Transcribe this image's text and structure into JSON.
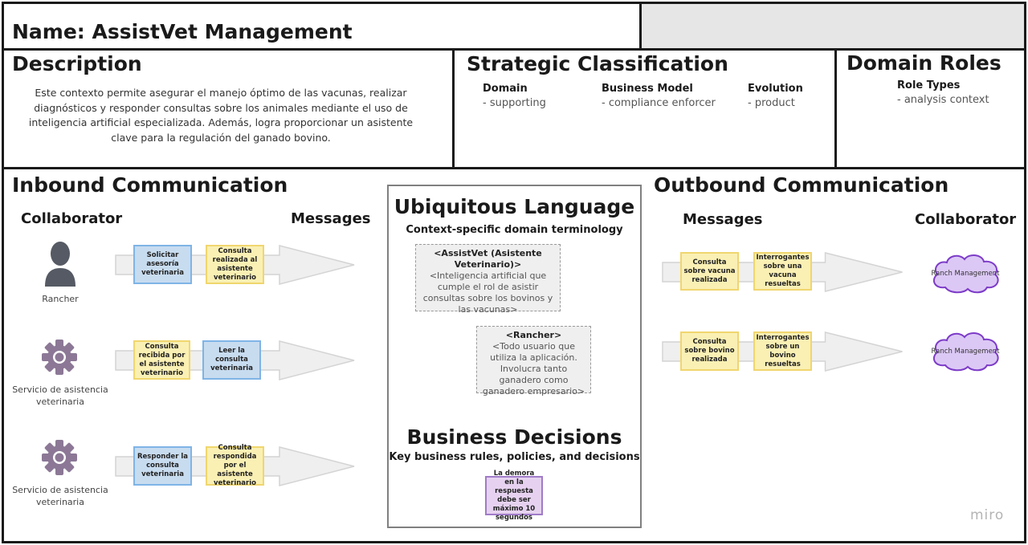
{
  "header": {
    "name": "Name: AssistVet Management"
  },
  "description": {
    "title": "Description",
    "text": "Este contexto permite asegurar el manejo óptimo de las vacunas, realizar diagnósticos y responder consultas sobre los animales mediante el uso de inteligencia artificial especializada. Además, logra proporcionar un asistente clave para la regulación del ganado bovino."
  },
  "strategic": {
    "title": "Strategic Classification",
    "domain_label": "Domain",
    "domain_value": "- supporting",
    "business_label": "Business Model",
    "business_value": "- compliance enforcer",
    "evolution_label": "Evolution",
    "evolution_value": "- product"
  },
  "domain_roles": {
    "title": "Domain Roles",
    "role_types_label": "Role Types",
    "role_types_value": "- analysis context"
  },
  "inbound": {
    "title": "Inbound Communication",
    "collaborator_header": "Collaborator",
    "messages_header": "Messages",
    "rows": [
      {
        "collaborator": "Rancher",
        "icon": "user-icon",
        "notes": [
          {
            "text": "Solicitar asesoría veterinaria",
            "color": "blue"
          },
          {
            "text": "Consulta realizada al asistente veterinario",
            "color": "yellow"
          }
        ]
      },
      {
        "collaborator": "Servicio de asistencia veterinaria",
        "icon": "gear-icon",
        "notes": [
          {
            "text": "Consulta recibida por el asistente veterinario",
            "color": "yellow"
          },
          {
            "text": "Leer la consulta veterinaria",
            "color": "blue"
          }
        ]
      },
      {
        "collaborator": "Servicio de asistencia veterinaria",
        "icon": "gear-icon",
        "notes": [
          {
            "text": "Responder la consulta veterinaria",
            "color": "blue"
          },
          {
            "text": "Consulta respondida por el asistente veterinario",
            "color": "yellow"
          }
        ]
      }
    ]
  },
  "ubiquitous": {
    "title": "Ubiquitous Language",
    "subtitle": "Context-specific domain terminology",
    "terms": [
      {
        "name": "<AssistVet (Asistente Veterinario)>",
        "definition": "<Inteligencia artificial que cumple el rol de asistir consultas sobre los bovinos y las vacunas>"
      },
      {
        "name": "<Rancher>",
        "definition": "<Todo usuario que utiliza la aplicación. Involucra tanto ganadero como ganadero empresario>"
      }
    ]
  },
  "business_decisions": {
    "title": "Business Decisions",
    "subtitle": "Key business rules, policies, and decisions",
    "note": "La demora en la respuesta debe ser máximo 10 segundos"
  },
  "outbound": {
    "title": "Outbound Communication",
    "messages_header": "Messages",
    "collaborator_header": "Collaborator",
    "rows": [
      {
        "notes": [
          {
            "text": "Consulta sobre vacuna realizada",
            "color": "yellow"
          },
          {
            "text": "Interrogantes sobre una vacuna resueltas",
            "color": "yellow"
          }
        ],
        "collaborator": "Ranch Management"
      },
      {
        "notes": [
          {
            "text": "Consulta sobre bovino realizada",
            "color": "yellow"
          },
          {
            "text": "Interrogantes sobre un bovino resueltas",
            "color": "yellow"
          }
        ],
        "collaborator": "Ranch Management"
      }
    ]
  },
  "watermark": "miro",
  "colors": {
    "blue_note": "#c8dcf0",
    "yellow_note": "#faf0b4",
    "purple_note": "#e6d2f0",
    "cloud_fill": "#dcc8f5",
    "cloud_stroke": "#7d3cc8",
    "icon_gray": "#555a64",
    "gear_purple": "#8c7896"
  }
}
